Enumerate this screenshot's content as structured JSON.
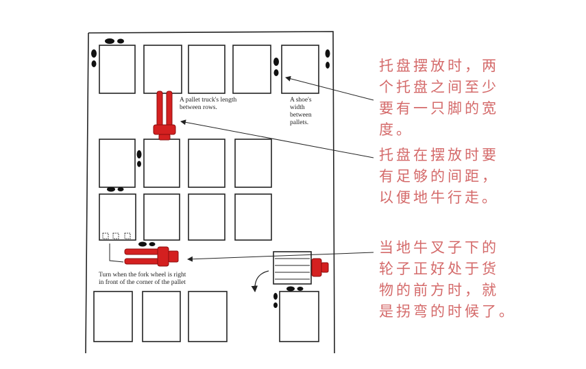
{
  "diagram": {
    "labels_en": {
      "truck_length": [
        "A pallet truck's length",
        "between rows."
      ],
      "shoe_width": [
        "A shoe's",
        "width",
        "between",
        "pallets."
      ],
      "turn": [
        "Turn when the fork wheel is right",
        "in front of the corner of the pallet"
      ]
    },
    "notes_cn": {
      "shoe_note": [
        "托盘摆放时，两",
        "个托盘之间至少",
        "要有一只脚的宽",
        "度。"
      ],
      "spacing_note": [
        "托盘在摆放时要",
        "有足够的间距，",
        "以便地牛行走。"
      ],
      "turn_note": [
        "当地牛叉子下的",
        "轮子正好处于货",
        "物的前方时，就",
        "是拐弯的时候了。"
      ]
    },
    "colors": {
      "note_text": "#d46a6a",
      "truck": "#d42020"
    }
  }
}
